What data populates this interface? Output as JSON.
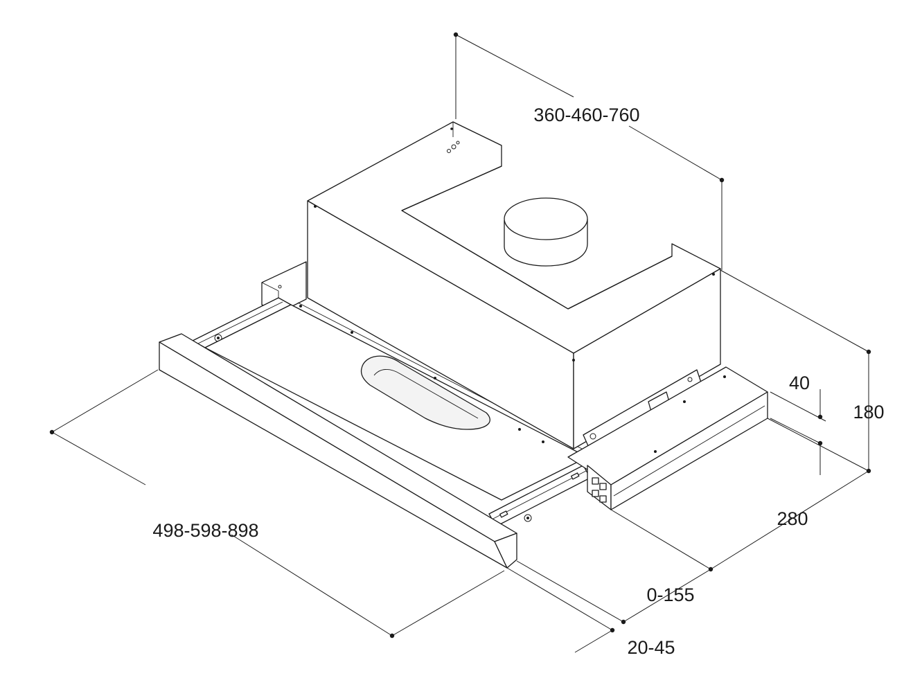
{
  "dimensions": {
    "height_range": "360-460-760",
    "width_range": "498-598-898",
    "total_height": "180",
    "body_height": "40",
    "depth": "280",
    "extension": "0-155",
    "front_offset": "20-45"
  }
}
